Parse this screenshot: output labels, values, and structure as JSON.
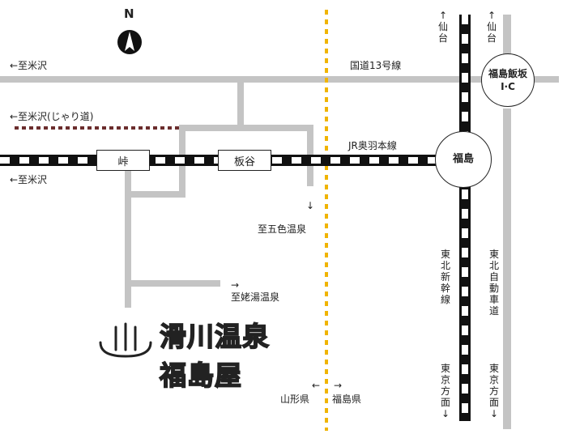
{
  "labels": {
    "to_yonezawa_top": "←至米沢",
    "to_yonezawa_gravel": "←至米沢(じゃり道)",
    "to_yonezawa_rail": "←至米沢",
    "route13": "国道13号線",
    "jr_line": "JR奥羽本線",
    "to_goshiki": "至五色温泉",
    "to_goshiki_arrow": "↓",
    "to_nameyu": "至姥湯温泉",
    "to_nameyu_arrow": "→",
    "yamagata_ken": "山形県",
    "fukushima_ken": "福島県",
    "sendai_left": "↑仙台",
    "sendai_right": "↑仙台",
    "shinkansen": "東北新幹線",
    "expressway": "東北自動車道",
    "tokyo_left": "東京方面↓",
    "tokyo_right": "東京方面↓"
  },
  "stations": {
    "toge": "峠",
    "itaya": "板谷",
    "fukushima": "福島",
    "ic": "福島飯坂I·C"
  },
  "compass": {
    "letter": "N"
  },
  "title": {
    "line1": "滑川温泉",
    "line2": "福島屋"
  },
  "colors": {
    "road": "#c4c4c4",
    "rail_dark": "#111111",
    "prefecture_border": "#f0b400",
    "gravel_road": "#6b2d2d"
  }
}
